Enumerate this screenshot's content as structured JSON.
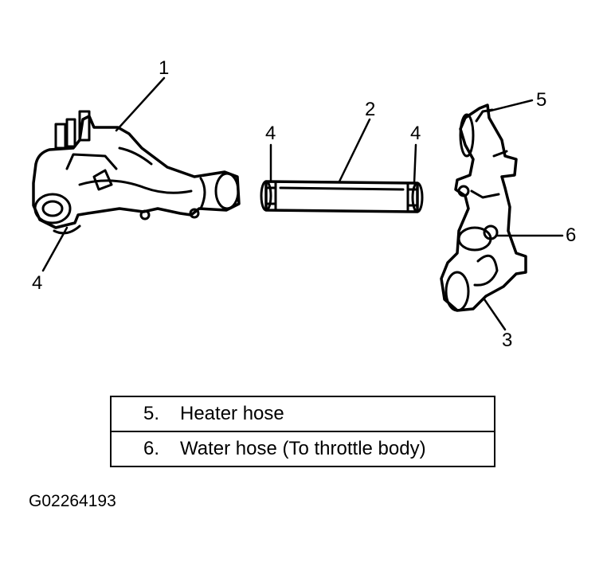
{
  "callouts": {
    "c1": "1",
    "c2": "2",
    "c3": "3",
    "c4_left": "4",
    "c4_pipe_left": "4",
    "c4_pipe_right": "4",
    "c5": "5",
    "c6": "6"
  },
  "legend": [
    {
      "number": "5.",
      "text": "Heater hose"
    },
    {
      "number": "6.",
      "text": "Water hose (To throttle body)"
    }
  ],
  "figure_id": "G02264193"
}
